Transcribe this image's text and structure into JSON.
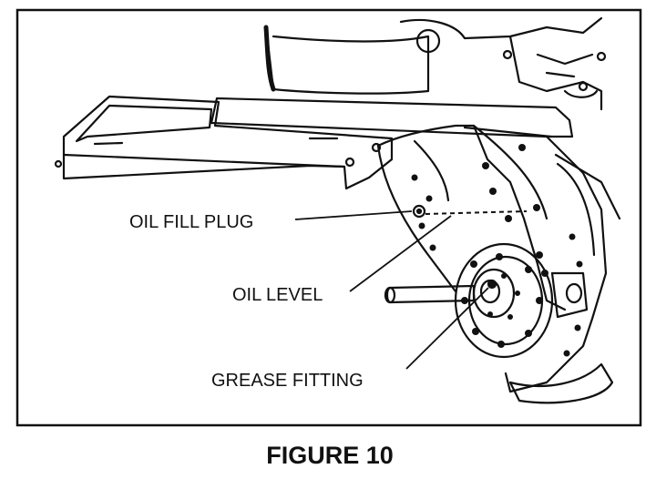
{
  "figure": {
    "caption": "FIGURE 10",
    "callouts": {
      "oil_fill_plug": "OIL FILL PLUG",
      "oil_level": "OIL LEVEL",
      "grease_fitting": "GREASE FITTING"
    }
  },
  "colors": {
    "ink": "#111111",
    "paper": "#ffffff"
  }
}
